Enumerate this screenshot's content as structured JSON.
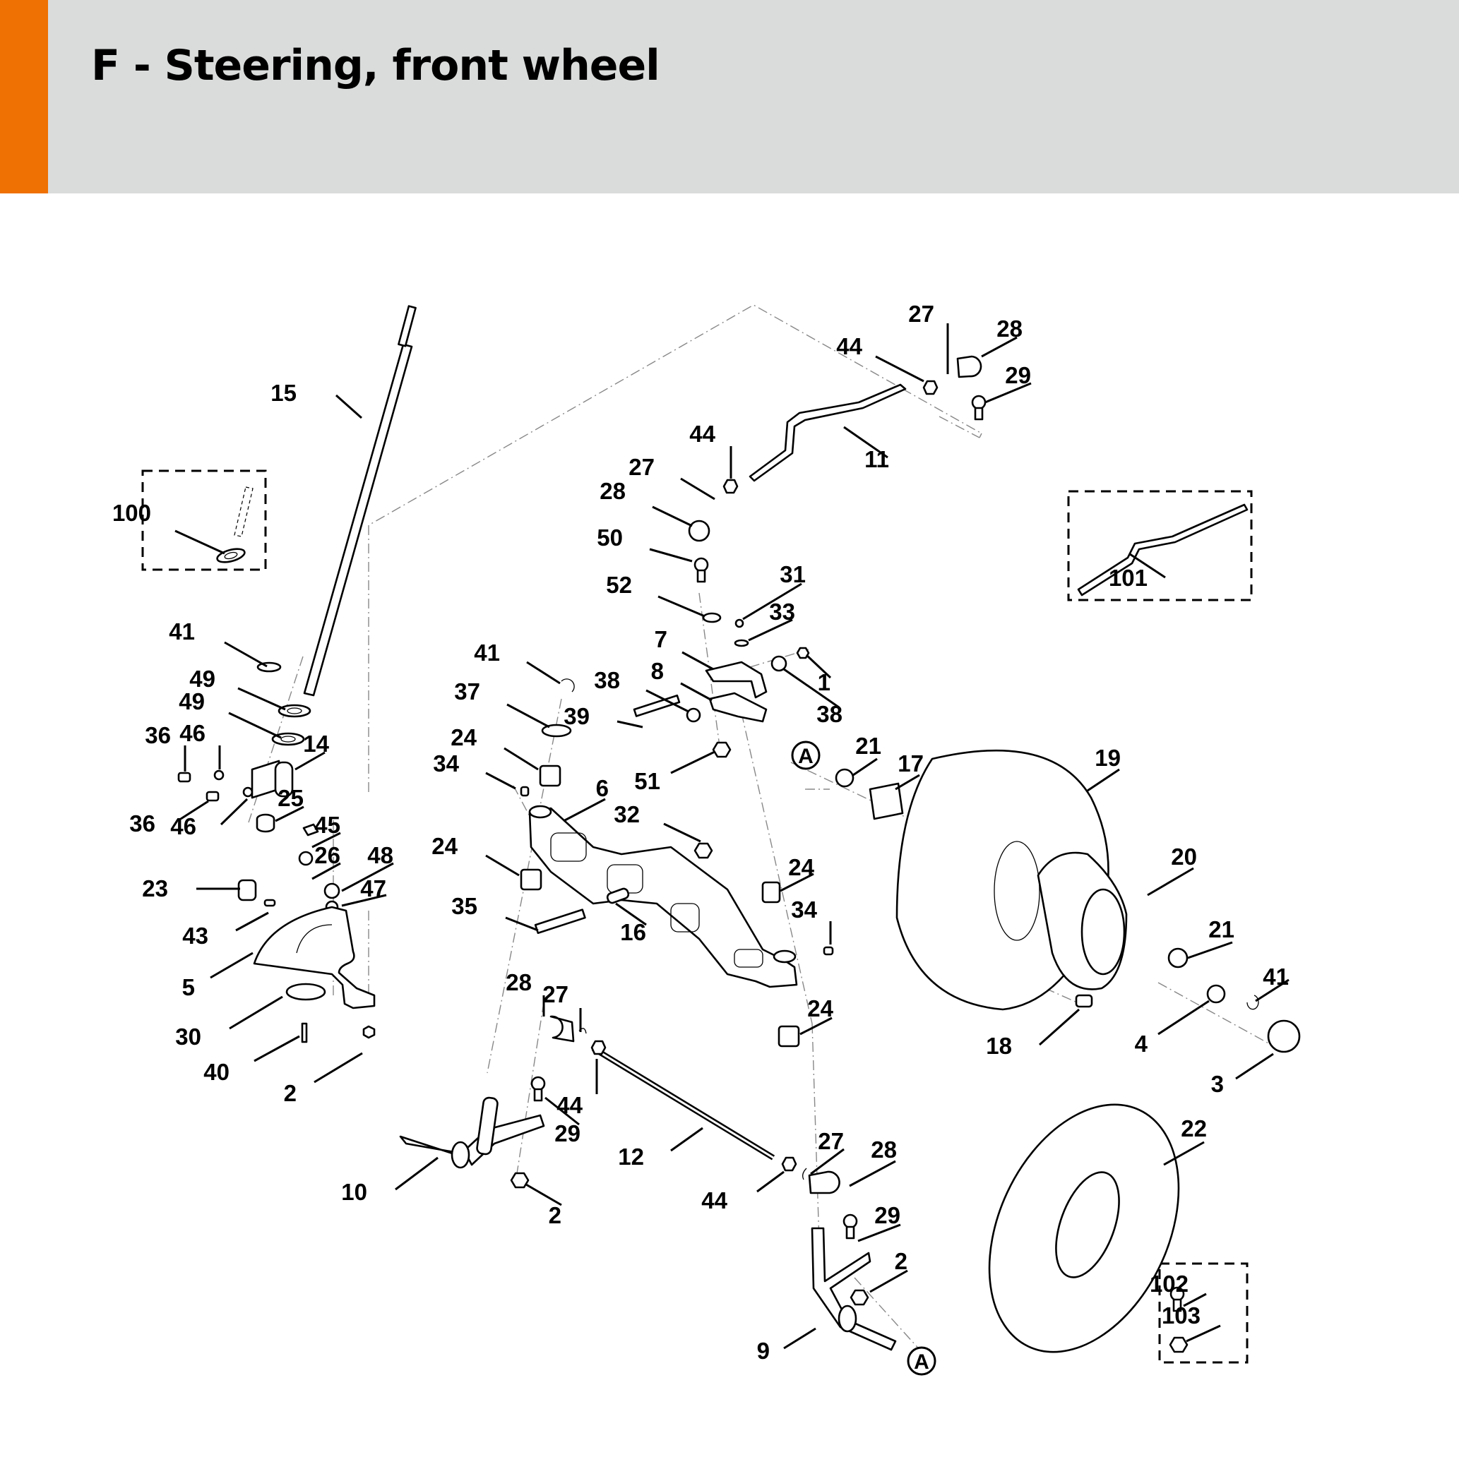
{
  "header": {
    "title": "F - Steering, front wheel",
    "accent_color": "#ef7103",
    "band_color": "#dadbdb"
  },
  "reference_marker": "A",
  "callouts": [
    {
      "id": "c-15",
      "number": "15",
      "part": "steering-shaft"
    },
    {
      "id": "c-100",
      "number": "100",
      "part": "washer-kit"
    },
    {
      "id": "c-41a",
      "number": "41",
      "part": "retaining-ring"
    },
    {
      "id": "c-49a",
      "number": "49",
      "part": "washer"
    },
    {
      "id": "c-49b",
      "number": "49",
      "part": "washer"
    },
    {
      "id": "c-36a",
      "number": "36",
      "part": "bolt"
    },
    {
      "id": "c-46a",
      "number": "46",
      "part": "washer"
    },
    {
      "id": "c-14",
      "number": "14",
      "part": "bearing-bracket"
    },
    {
      "id": "c-36b",
      "number": "36",
      "part": "bolt"
    },
    {
      "id": "c-46b",
      "number": "46",
      "part": "washer"
    },
    {
      "id": "c-25",
      "number": "25",
      "part": "bushing"
    },
    {
      "id": "c-45",
      "number": "45",
      "part": "lock-nut"
    },
    {
      "id": "c-26",
      "number": "26",
      "part": "spacer"
    },
    {
      "id": "c-48",
      "number": "48",
      "part": "washer"
    },
    {
      "id": "c-23",
      "number": "23",
      "part": "pinion"
    },
    {
      "id": "c-47",
      "number": "47",
      "part": "washer"
    },
    {
      "id": "c-43",
      "number": "43",
      "part": "pin"
    },
    {
      "id": "c-5",
      "number": "5",
      "part": "steering-sector"
    },
    {
      "id": "c-30",
      "number": "30",
      "part": "disc"
    },
    {
      "id": "c-40",
      "number": "40",
      "part": "screw"
    },
    {
      "id": "c-2a",
      "number": "2",
      "part": "nut"
    },
    {
      "id": "c-27a",
      "number": "27",
      "part": "spring-clip"
    },
    {
      "id": "c-28a",
      "number": "28",
      "part": "ball-socket"
    },
    {
      "id": "c-44a",
      "number": "44",
      "part": "nut"
    },
    {
      "id": "c-29a",
      "number": "29",
      "part": "ball-stud"
    },
    {
      "id": "c-44b",
      "number": "44",
      "part": "nut"
    },
    {
      "id": "c-11",
      "number": "11",
      "part": "drag-link"
    },
    {
      "id": "c-27b",
      "number": "27",
      "part": "spring-clip"
    },
    {
      "id": "c-28b",
      "number": "28",
      "part": "ball-socket"
    },
    {
      "id": "c-50",
      "number": "50",
      "part": "ball-stud"
    },
    {
      "id": "c-52",
      "number": "52",
      "part": "washer"
    },
    {
      "id": "c-31",
      "number": "31",
      "part": "screw"
    },
    {
      "id": "c-33",
      "number": "33",
      "part": "washer"
    },
    {
      "id": "c-7",
      "number": "7",
      "part": "steering-arm"
    },
    {
      "id": "c-1",
      "number": "1",
      "part": "nut"
    },
    {
      "id": "c-8",
      "number": "8",
      "part": "steering-plate"
    },
    {
      "id": "c-38a",
      "number": "38",
      "part": "washer"
    },
    {
      "id": "c-38b",
      "number": "38",
      "part": "washer"
    },
    {
      "id": "c-39",
      "number": "39",
      "part": "bolt"
    },
    {
      "id": "c-51",
      "number": "51",
      "part": "nut"
    },
    {
      "id": "c-41b",
      "number": "41",
      "part": "retaining-ring"
    },
    {
      "id": "c-37",
      "number": "37",
      "part": "washer"
    },
    {
      "id": "c-24a",
      "number": "24",
      "part": "bushing"
    },
    {
      "id": "c-34a",
      "number": "34",
      "part": "grease-nipple"
    },
    {
      "id": "c-6",
      "number": "6",
      "part": "front-axle"
    },
    {
      "id": "c-32",
      "number": "32",
      "part": "nut"
    },
    {
      "id": "c-24b",
      "number": "24",
      "part": "bushing"
    },
    {
      "id": "c-35",
      "number": "35",
      "part": "bolt"
    },
    {
      "id": "c-16",
      "number": "16",
      "part": "sleeve"
    },
    {
      "id": "c-24c",
      "number": "24",
      "part": "bushing"
    },
    {
      "id": "c-34b",
      "number": "34",
      "part": "grease-nipple"
    },
    {
      "id": "c-24d",
      "number": "24",
      "part": "bushing"
    },
    {
      "id": "c-21a",
      "number": "21",
      "part": "bearing"
    },
    {
      "id": "c-17",
      "number": "17",
      "part": "spacer-tube"
    },
    {
      "id": "c-19",
      "number": "19",
      "part": "tire"
    },
    {
      "id": "c-20",
      "number": "20",
      "part": "rim"
    },
    {
      "id": "c-21b",
      "number": "21",
      "part": "bearing"
    },
    {
      "id": "c-41c",
      "number": "41",
      "part": "retaining-ring"
    },
    {
      "id": "c-18",
      "number": "18",
      "part": "valve"
    },
    {
      "id": "c-4",
      "number": "4",
      "part": "washer"
    },
    {
      "id": "c-3",
      "number": "3",
      "part": "hub-cap"
    },
    {
      "id": "c-101",
      "number": "101",
      "part": "drag-link-kit"
    },
    {
      "id": "c-28c",
      "number": "28",
      "part": "ball-socket"
    },
    {
      "id": "c-27c",
      "number": "27",
      "part": "spring-clip"
    },
    {
      "id": "c-44c",
      "number": "44",
      "part": "nut"
    },
    {
      "id": "c-29b",
      "number": "29",
      "part": "ball-stud"
    },
    {
      "id": "c-10",
      "number": "10",
      "part": "steering-knuckle-left"
    },
    {
      "id": "c-2b",
      "number": "2",
      "part": "nut"
    },
    {
      "id": "c-12",
      "number": "12",
      "part": "tie-rod"
    },
    {
      "id": "c-27d",
      "number": "27",
      "part": "spring-clip"
    },
    {
      "id": "c-28d",
      "number": "28",
      "part": "ball-socket"
    },
    {
      "id": "c-44d",
      "number": "44",
      "part": "nut"
    },
    {
      "id": "c-29c",
      "number": "29",
      "part": "ball-stud"
    },
    {
      "id": "c-2c",
      "number": "2",
      "part": "nut"
    },
    {
      "id": "c-9",
      "number": "9",
      "part": "steering-knuckle-right"
    },
    {
      "id": "c-22",
      "number": "22",
      "part": "inner-tube"
    },
    {
      "id": "c-102",
      "number": "102",
      "part": "ball-stud-kit"
    },
    {
      "id": "c-103",
      "number": "103",
      "part": "nut-kit"
    }
  ]
}
